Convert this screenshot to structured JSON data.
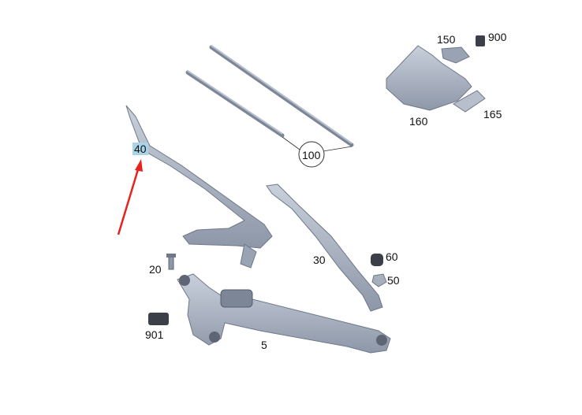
{
  "diagram": {
    "labels": {
      "p40": "40",
      "p100": "100",
      "p150": "150",
      "p900": "900",
      "p160": "160",
      "p165": "165",
      "p30": "30",
      "p60": "60",
      "p50": "50",
      "p20": "20",
      "p901": "901",
      "p5": "5"
    },
    "highlighted_part": "40",
    "colors": {
      "part": "#aab3c4",
      "part_dark": "#6f7888",
      "highlight": "#a9d3e6",
      "arrow": "#e8231e"
    }
  }
}
